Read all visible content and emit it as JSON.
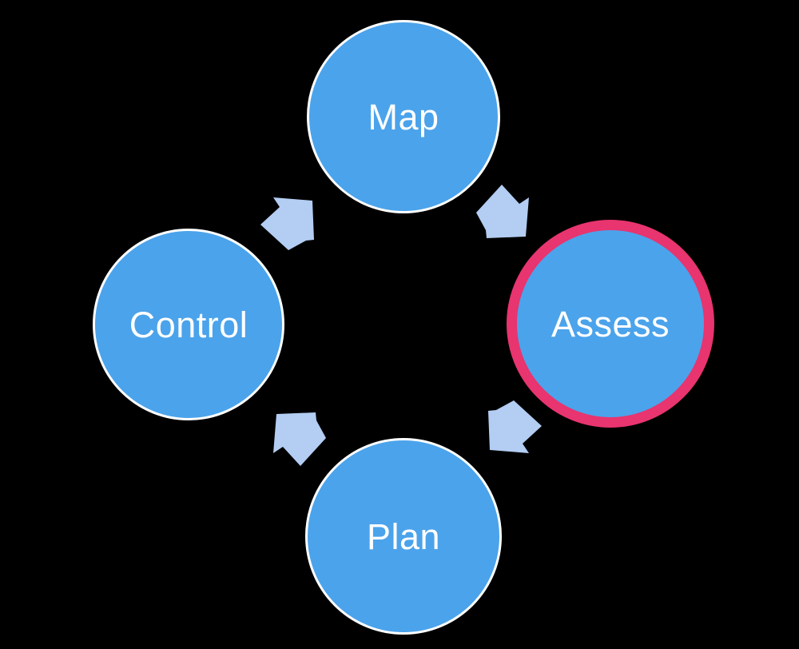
{
  "diagram": {
    "nodes": [
      {
        "id": "map",
        "label": "Map",
        "highlighted": false
      },
      {
        "id": "assess",
        "label": "Assess",
        "highlighted": true
      },
      {
        "id": "plan",
        "label": "Plan",
        "highlighted": false
      },
      {
        "id": "control",
        "label": "Control",
        "highlighted": false
      }
    ],
    "arrows": [
      {
        "from": "Map",
        "to": "Assess"
      },
      {
        "from": "Assess",
        "to": "Plan"
      },
      {
        "from": "Plan",
        "to": "Control"
      },
      {
        "from": "Control",
        "to": "Map"
      }
    ],
    "colors": {
      "background": "#000000",
      "node_fill": "#4BA3EB",
      "node_border": "#FFFFFF",
      "node_label": "#FFFFFF",
      "highlight_ring": "#E8346F",
      "arrow": "#B3CDF3"
    }
  }
}
